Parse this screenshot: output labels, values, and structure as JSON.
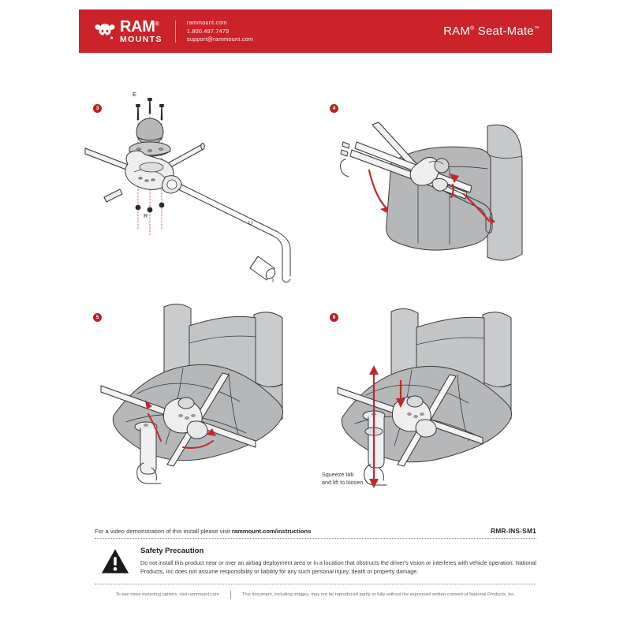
{
  "header": {
    "logo_ram": "RAM",
    "logo_ram_mark": "®",
    "logo_mounts": "MOUNTS",
    "logo_icon": "ram-head-icon",
    "contact": [
      "rammount.com",
      "1.800.497.7479",
      "support@rammount.com"
    ],
    "title_main": "RAM",
    "title_reg": "®",
    "title_product": " Seat-Mate",
    "title_tm": "™",
    "background_color": "#cc2229"
  },
  "steps": [
    {
      "number": "3",
      "name": "step-3-assemble-ball-mount",
      "labels": [
        "E",
        "R",
        "U",
        "I"
      ],
      "caption": ""
    },
    {
      "number": "4",
      "name": "step-4-place-on-seat",
      "labels": [],
      "caption": ""
    },
    {
      "number": "5",
      "name": "step-5-position-and-rotate",
      "labels": [],
      "caption": ""
    },
    {
      "number": "6",
      "name": "step-6-squeeze-tab-and-lift",
      "labels": [],
      "caption": "Squeeze tab\nand lift to loosen."
    }
  ],
  "footer": {
    "video_text": "For a video demonstration of this install please visit ",
    "video_link": "rammount.com/instructions",
    "doc_code": "RMR-INS-SM1",
    "safety_title": "Safety Precaution",
    "safety_text": "Do not install this product near or over an airbag deployment area or in a location that obstructs the driver's vision or interferes with vehicle operation. National Products, Inc does not assume responsibility or liability for any such personal injury, death or property damage.",
    "legal_left": "To see more mounting options, visit rammount.com",
    "legal_right": "This document, including images, may not be reproduced partly or fully without the expressed written consent of National Products, Inc.",
    "warning_icon": "warning-triangle-icon"
  },
  "colors": {
    "brand_red": "#cc2229",
    "badge_red": "#b92025",
    "arrow_red": "#c0282d",
    "part_fill": "#e9e9ea",
    "seat_fill": "#b5b7b9",
    "outline": "#3a3a3a"
  }
}
